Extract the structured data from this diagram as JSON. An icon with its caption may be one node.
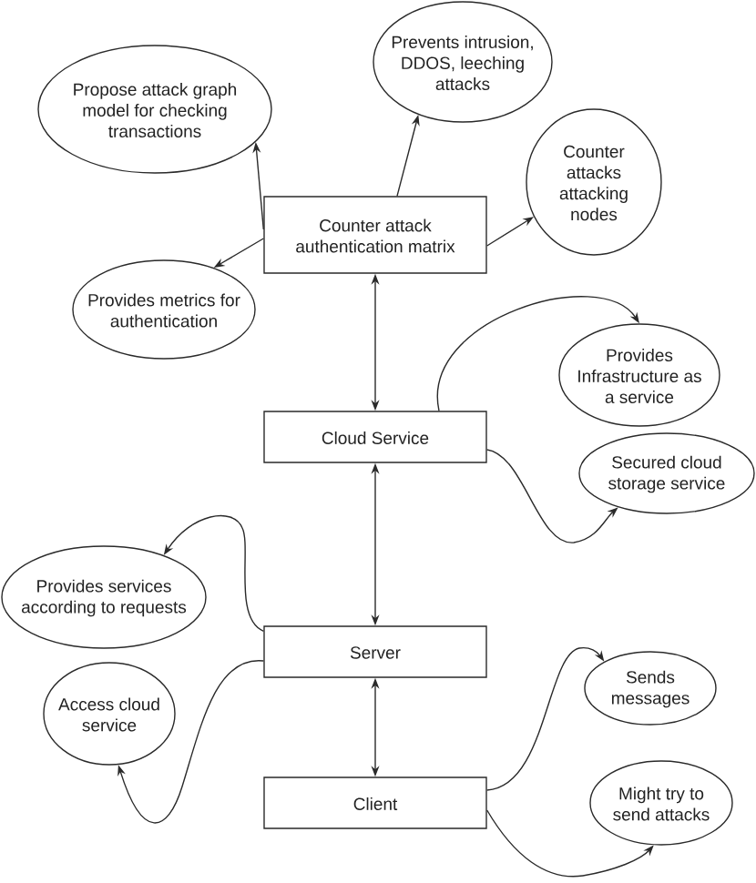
{
  "diagram": {
    "nodes": [
      {
        "text": [
          "Counter attack authentication matrix"
        ]
      },
      {
        "text": [
          "Propose attack graph model for checking transactions"
        ]
      },
      {
        "text": [
          "Prevents intrusion, DDOS, leeching attacks"
        ]
      },
      {
        "text": [
          "Counter attacks attacking nodes"
        ]
      },
      {
        "text": [
          "Provides metrics for authentication"
        ]
      },
      {
        "text": [
          "Cloud Service"
        ]
      },
      {
        "text": [
          "Provides Infrastructure as a service"
        ]
      },
      {
        "text": [
          "Secured cloud storage service"
        ]
      },
      {
        "text": [
          "Provides services according to requests"
        ]
      },
      {
        "text": [
          "Server"
        ]
      },
      {
        "text": [
          "Access cloud service"
        ]
      },
      {
        "text": [
          "Client"
        ]
      },
      {
        "text": [
          "Sends messages"
        ]
      },
      {
        "text": [
          "Might try to send attacks"
        ]
      }
    ],
    "edges": [
      {
        "from": 0,
        "to": 1,
        "arrow": "to"
      },
      {
        "from": 0,
        "to": 2,
        "arrow": "to"
      },
      {
        "from": 0,
        "to": 3,
        "arrow": "to"
      },
      {
        "from": 0,
        "to": 4,
        "arrow": "to"
      },
      {
        "from": 0,
        "to": 5,
        "arrow": "both"
      },
      {
        "from": 5,
        "to": 6,
        "arrow": "to"
      },
      {
        "from": 5,
        "to": 7,
        "arrow": "to"
      },
      {
        "from": 5,
        "to": 9,
        "arrow": "both"
      },
      {
        "from": 9,
        "to": 8,
        "arrow": "to"
      },
      {
        "from": 9,
        "to": 10,
        "arrow": "to"
      },
      {
        "from": 9,
        "to": 11,
        "arrow": "both"
      },
      {
        "from": 11,
        "to": 12,
        "arrow": "to"
      },
      {
        "from": 11,
        "to": 13,
        "arrow": "to"
      }
    ]
  }
}
